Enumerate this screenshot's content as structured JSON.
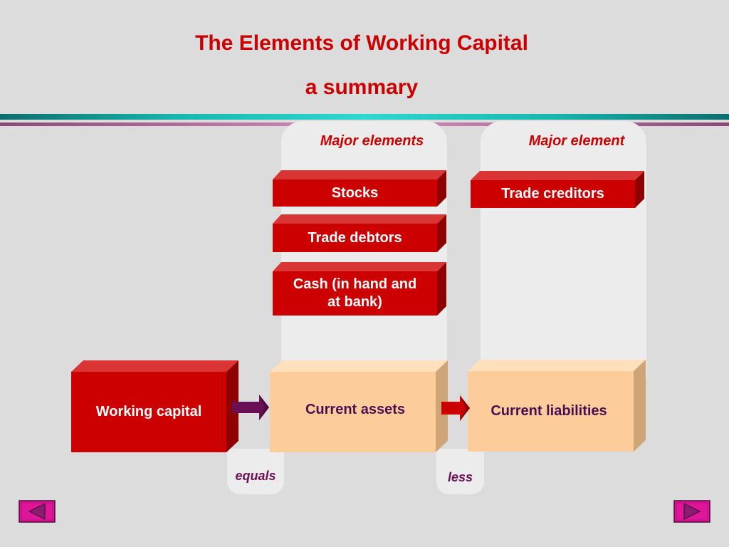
{
  "title": {
    "line1": "The Elements of Working Capital",
    "line2": "a summary"
  },
  "assets_panel": {
    "heading": "Major elements",
    "items": [
      {
        "label": "Stocks"
      },
      {
        "label": "Trade debtors"
      },
      {
        "label": "Cash (in hand and at bank)"
      }
    ]
  },
  "liabilities_panel": {
    "heading": "Major element",
    "items": [
      {
        "label": "Trade creditors"
      }
    ]
  },
  "equation": {
    "working_capital": "Working capital",
    "current_assets": "Current assets",
    "current_liabilities": "Current liabilities",
    "op_equals": "equals",
    "op_less": "less"
  },
  "nav": {
    "prev_icon": "triangle-left-icon",
    "next_icon": "triangle-right-icon"
  },
  "colors": {
    "title_red": "#cc0000",
    "box_red": "#cc0000",
    "box_red_top": "#d93535",
    "box_red_side": "#8f0000",
    "box_peach": "#fdcc9b",
    "box_peach_top": "#fee0bd",
    "box_peach_side": "#cfa577",
    "arrow_purple": "#6b0f55",
    "nav_pink": "#e0169a",
    "nav_purple": "#8a1d72"
  }
}
